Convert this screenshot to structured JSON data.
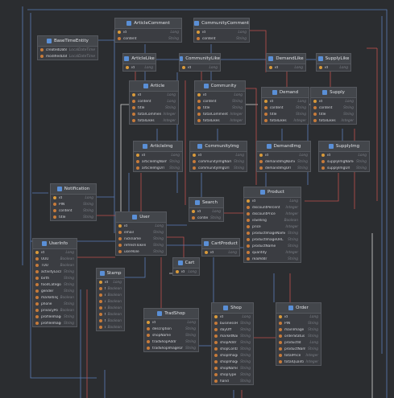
{
  "colors": {
    "background": "#2b2d30",
    "entity": "#3b3d42",
    "edge_blue": "#5b7db8",
    "edge_red": "#c0504d",
    "edge_white": "#d8d8d8",
    "id_icon": "#d99a3a",
    "field_icon": "#c77b3a",
    "class_icon": "#5a8fd6"
  },
  "entities": [
    {
      "key": "articlecomment",
      "name": "ArticleComment",
      "fields": [
        {
          "n": "id",
          "t": "Long",
          "icon": "id"
        },
        {
          "n": "content",
          "t": "String",
          "icon": "field"
        }
      ]
    },
    {
      "key": "communitycomment",
      "name": "CommunityComment",
      "fields": [
        {
          "n": "id",
          "t": "Long",
          "icon": "id"
        },
        {
          "n": "content",
          "t": "String",
          "icon": "field"
        }
      ]
    },
    {
      "key": "basetimeentity",
      "name": "BaseTimeEntity",
      "fields": [
        {
          "n": "createdDate",
          "t": "LocalDateTime",
          "icon": "field"
        },
        {
          "n": "modifiedDate",
          "t": "LocalDateTime",
          "icon": "field"
        }
      ]
    },
    {
      "key": "articlelike",
      "name": "ArticleLike",
      "fields": [
        {
          "n": "id",
          "t": "Long",
          "icon": "id"
        }
      ]
    },
    {
      "key": "communitylike",
      "name": "CommunityLike",
      "fields": [
        {
          "n": "id",
          "t": "Long",
          "icon": "id"
        }
      ]
    },
    {
      "key": "demandlike",
      "name": "DemandLike",
      "fields": [
        {
          "n": "id",
          "t": "Long",
          "icon": "id"
        }
      ]
    },
    {
      "key": "supplylike",
      "name": "SupplyLike",
      "fields": [
        {
          "n": "id",
          "t": "Long",
          "icon": "id"
        }
      ]
    },
    {
      "key": "article",
      "name": "Article",
      "fields": [
        {
          "n": "id",
          "t": "Long",
          "icon": "id"
        },
        {
          "n": "content",
          "t": "Long",
          "icon": "field"
        },
        {
          "n": "title",
          "t": "String",
          "icon": "field"
        },
        {
          "n": "totalComments",
          "t": "Integer",
          "icon": "field"
        },
        {
          "n": "totalLikes",
          "t": "Integer",
          "icon": "field"
        }
      ]
    },
    {
      "key": "community",
      "name": "Community",
      "fields": [
        {
          "n": "id",
          "t": "Long",
          "icon": "id"
        },
        {
          "n": "content",
          "t": "String",
          "icon": "field"
        },
        {
          "n": "title",
          "t": "String",
          "icon": "field"
        },
        {
          "n": "totalComments",
          "t": "Integer",
          "icon": "field"
        },
        {
          "n": "totalLikes",
          "t": "Integer",
          "icon": "field"
        }
      ]
    },
    {
      "key": "demand",
      "name": "Demand",
      "fields": [
        {
          "n": "id",
          "t": "Long",
          "icon": "id"
        },
        {
          "n": "content",
          "t": "String",
          "icon": "field"
        },
        {
          "n": "title",
          "t": "String",
          "icon": "field"
        },
        {
          "n": "totalLikes",
          "t": "Integer",
          "icon": "field"
        }
      ]
    },
    {
      "key": "supply",
      "name": "Supply",
      "fields": [
        {
          "n": "id",
          "t": "Long",
          "icon": "id"
        },
        {
          "n": "content",
          "t": "String",
          "icon": "field"
        },
        {
          "n": "title",
          "t": "String",
          "icon": "field"
        },
        {
          "n": "totalLikes",
          "t": "Integer",
          "icon": "field"
        }
      ]
    },
    {
      "key": "articleimg",
      "name": "ArticleImg",
      "fields": [
        {
          "n": "id",
          "t": "Long",
          "icon": "id"
        },
        {
          "n": "articleImgName",
          "t": "String",
          "icon": "field"
        },
        {
          "n": "articleImgUrl",
          "t": "String",
          "icon": "field"
        }
      ]
    },
    {
      "key": "communityimg",
      "name": "CommunityImg",
      "fields": [
        {
          "n": "id",
          "t": "Long",
          "icon": "id"
        },
        {
          "n": "communityImgName",
          "t": "String",
          "icon": "field"
        },
        {
          "n": "communityImgUrl",
          "t": "String",
          "icon": "field"
        }
      ]
    },
    {
      "key": "demandimg",
      "name": "DemandImg",
      "fields": [
        {
          "n": "id",
          "t": "Long",
          "icon": "id"
        },
        {
          "n": "demandImgName",
          "t": "String",
          "icon": "field"
        },
        {
          "n": "demandImgUrl",
          "t": "String",
          "icon": "field"
        }
      ]
    },
    {
      "key": "supplyimg",
      "name": "SupplyImg",
      "fields": [
        {
          "n": "id",
          "t": "Long",
          "icon": "id"
        },
        {
          "n": "supplyImgName",
          "t": "String",
          "icon": "field"
        },
        {
          "n": "supplyImgUrl",
          "t": "String",
          "icon": "field"
        }
      ]
    },
    {
      "key": "notification",
      "name": "Notification",
      "fields": [
        {
          "n": "id",
          "t": "Long",
          "icon": "id"
        },
        {
          "n": "PIN",
          "t": "String",
          "icon": "field"
        },
        {
          "n": "content",
          "t": "String",
          "icon": "field"
        },
        {
          "n": "title",
          "t": "String",
          "icon": "field"
        }
      ]
    },
    {
      "key": "search",
      "name": "Search",
      "fields": [
        {
          "n": "id",
          "t": "Long",
          "icon": "id"
        },
        {
          "n": "content",
          "t": "String",
          "icon": "field"
        }
      ]
    },
    {
      "key": "product",
      "name": "Product",
      "fields": [
        {
          "n": "id",
          "t": "Long",
          "icon": "id"
        },
        {
          "n": "discountPercent",
          "t": "Integer",
          "icon": "field"
        },
        {
          "n": "discountPrice",
          "t": "Integer",
          "icon": "field"
        },
        {
          "n": "isSelling",
          "t": "Boolean",
          "icon": "field"
        },
        {
          "n": "price",
          "t": "Integer",
          "icon": "field"
        },
        {
          "n": "productImageName",
          "t": "String",
          "icon": "field"
        },
        {
          "n": "productImageURL",
          "t": "String",
          "icon": "field"
        },
        {
          "n": "productName",
          "t": "String",
          "icon": "field"
        },
        {
          "n": "quantity",
          "t": "Integer",
          "icon": "field"
        },
        {
          "n": "realAddr",
          "t": "String",
          "icon": "field"
        }
      ]
    },
    {
      "key": "user",
      "name": "User",
      "fields": [
        {
          "n": "id",
          "t": "Long",
          "icon": "id"
        },
        {
          "n": "email",
          "t": "String",
          "icon": "field"
        },
        {
          "n": "nickname",
          "t": "String",
          "icon": "field"
        },
        {
          "n": "refreshToken",
          "t": "String",
          "icon": "field"
        },
        {
          "n": "userRole",
          "t": "String",
          "icon": "field"
        }
      ]
    },
    {
      "key": "cartproduct",
      "name": "CartProduct",
      "fields": [
        {
          "n": "id",
          "t": "Long",
          "icon": "id"
        }
      ]
    },
    {
      "key": "userinfo",
      "name": "UserInfo",
      "fields": [
        {
          "n": "id",
          "t": "Long",
          "icon": "id"
        },
        {
          "n": "UUU",
          "t": "Boolean",
          "icon": "field"
        },
        {
          "n": "TUU",
          "t": "Boolean",
          "icon": "field"
        },
        {
          "n": "activityLocation",
          "t": "String",
          "icon": "field"
        },
        {
          "n": "birth",
          "t": "String",
          "icon": "field"
        },
        {
          "n": "foodCategory",
          "t": "String",
          "icon": "field"
        },
        {
          "n": "gender",
          "t": "String",
          "icon": "field"
        },
        {
          "n": "marketingPolicy",
          "t": "Boolean",
          "icon": "field"
        },
        {
          "n": "phone",
          "t": "String",
          "icon": "field"
        },
        {
          "n": "privacyPolicy",
          "t": "Boolean",
          "icon": "field"
        },
        {
          "n": "profileImageName",
          "t": "String",
          "icon": "field"
        },
        {
          "n": "profileImageURL",
          "t": "String",
          "icon": "field"
        }
      ]
    },
    {
      "key": "cart",
      "name": "Cart",
      "fields": [
        {
          "n": "id",
          "t": "Long",
          "icon": "id"
        }
      ]
    },
    {
      "key": "stamp",
      "name": "Stamp",
      "fields": [
        {
          "n": "id",
          "t": "Long",
          "icon": "id"
        },
        {
          "n": "fri",
          "t": "Boolean",
          "icon": "field"
        },
        {
          "n": "mon",
          "t": "Boolean",
          "icon": "field"
        },
        {
          "n": "sat",
          "t": "Boolean",
          "icon": "field"
        },
        {
          "n": "sun",
          "t": "Boolean",
          "icon": "field"
        },
        {
          "n": "thu",
          "t": "Boolean",
          "icon": "field"
        },
        {
          "n": "tue",
          "t": "Boolean",
          "icon": "field"
        },
        {
          "n": "wed",
          "t": "Boolean",
          "icon": "field"
        }
      ]
    },
    {
      "key": "tradshop",
      "name": "TradShop",
      "fields": [
        {
          "n": "id",
          "t": "Long",
          "icon": "id"
        },
        {
          "n": "description",
          "t": "String",
          "icon": "field"
        },
        {
          "n": "shopName",
          "t": "String",
          "icon": "field"
        },
        {
          "n": "tradShopAddr",
          "t": "String",
          "icon": "field"
        },
        {
          "n": "tradShopImageUrl",
          "t": "String",
          "icon": "field"
        }
      ]
    },
    {
      "key": "shop",
      "name": "Shop",
      "fields": [
        {
          "n": "id",
          "t": "Long",
          "icon": "id"
        },
        {
          "n": "businessHours",
          "t": "String",
          "icon": "field"
        },
        {
          "n": "dayOff",
          "t": "String",
          "icon": "field"
        },
        {
          "n": "marketName",
          "t": "String",
          "icon": "field"
        },
        {
          "n": "shopAddr",
          "t": "String",
          "icon": "field"
        },
        {
          "n": "shopContact",
          "t": "String",
          "icon": "field"
        },
        {
          "n": "shopImageName",
          "t": "String",
          "icon": "field"
        },
        {
          "n": "shopImageURL",
          "t": "String",
          "icon": "field"
        },
        {
          "n": "shopName",
          "t": "String",
          "icon": "field"
        },
        {
          "n": "shopType",
          "t": "String",
          "icon": "field"
        },
        {
          "n": "hand",
          "t": "String",
          "icon": "field"
        }
      ]
    },
    {
      "key": "order",
      "name": "Order",
      "fields": [
        {
          "n": "id",
          "t": "Long",
          "icon": "id"
        },
        {
          "n": "PIN",
          "t": "String",
          "icon": "field"
        },
        {
          "n": "mainImage",
          "t": "String",
          "icon": "field"
        },
        {
          "n": "orderStatus",
          "t": "String",
          "icon": "field"
        },
        {
          "n": "productId",
          "t": "Long",
          "icon": "field"
        },
        {
          "n": "productName",
          "t": "String",
          "icon": "field"
        },
        {
          "n": "totalPrice",
          "t": "Integer",
          "icon": "field"
        },
        {
          "n": "totalQuantity",
          "t": "Integer",
          "icon": "field"
        }
      ]
    }
  ]
}
